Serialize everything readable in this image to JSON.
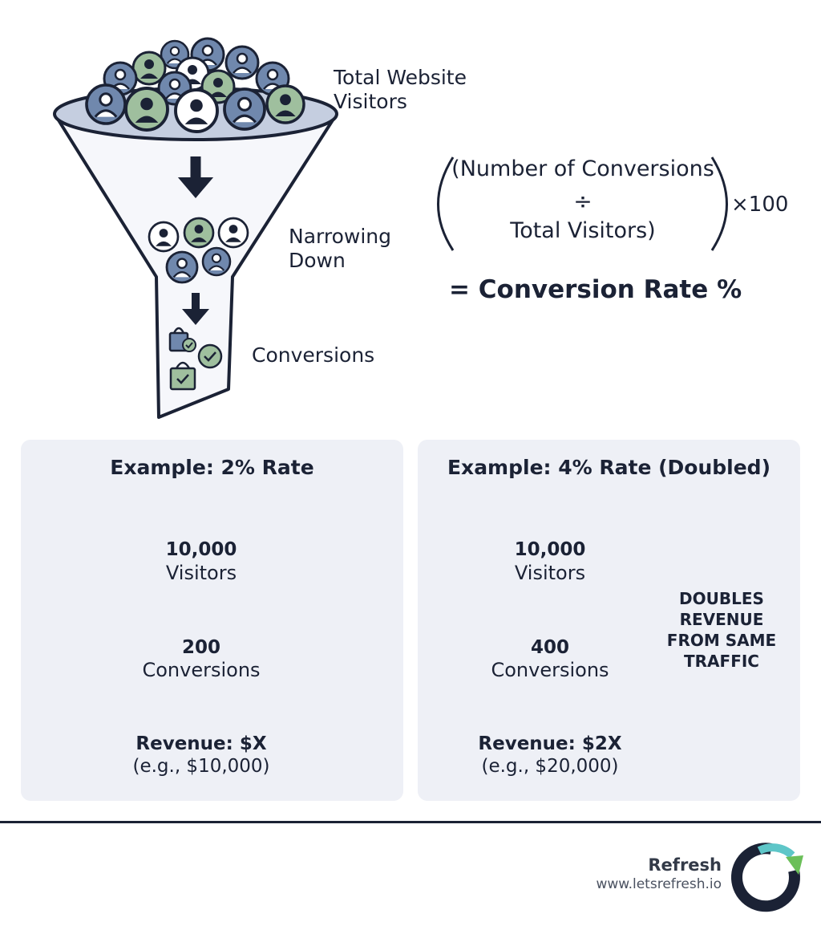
{
  "funnel": {
    "top_label": "Total Website\nVisitors",
    "mid_label": "Narrowing\nDown",
    "bottom_label": "Conversions"
  },
  "formula": {
    "numerator": "(Number of Conversions",
    "operator": "÷",
    "denominator": "Total Visitors)",
    "multiplier": "×100",
    "result": "= Conversion Rate %"
  },
  "examples": [
    {
      "title": "Example: 2% Rate",
      "visitors_count": "10,000",
      "visitors_label": "Visitors",
      "conversions_count": "200",
      "conversions_label": "Conversions",
      "revenue": "Revenue: $X",
      "revenue_example": "(e.g., $10,000)"
    },
    {
      "title": "Example: 4% Rate (Doubled)",
      "visitors_count": "10,000",
      "visitors_label": "Visitors",
      "conversions_count": "400",
      "conversions_label": "Conversions",
      "revenue": "Revenue: $2X",
      "revenue_example": "(e.g., $20,000)",
      "callout": "DOUBLES\nREVENUE\nFROM SAME\nTRAFFIC"
    }
  ],
  "brand": {
    "name": "Refresh",
    "url": "www.letsrefresh.io"
  },
  "colors": {
    "navy": "#1b2235",
    "blue_gray": "#7088ad",
    "sage": "#9fbf9e",
    "panel_bg": "#eef0f6",
    "funnel_rim": "#c5cee0",
    "logo_teal": "#5ec6c8",
    "logo_green": "#6bbf59"
  }
}
